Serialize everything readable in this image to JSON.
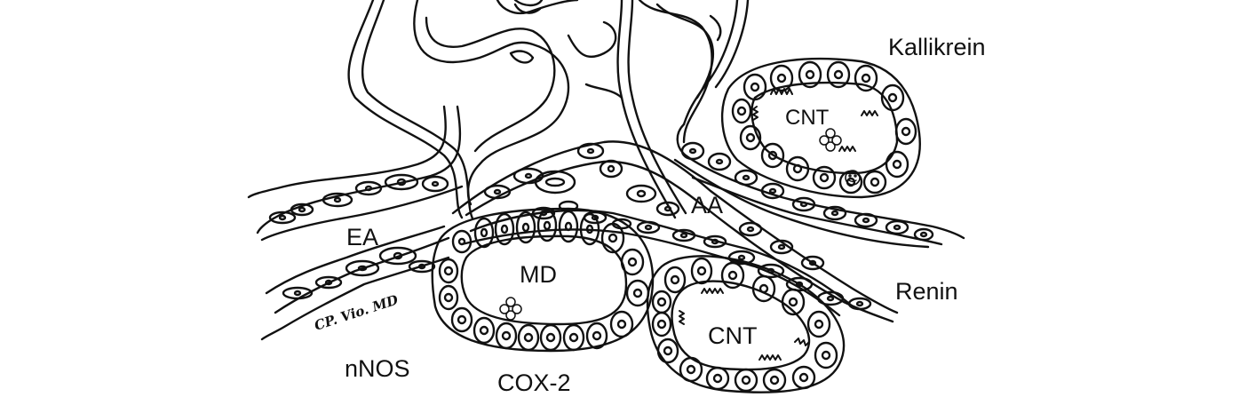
{
  "labels": {
    "kallikrein": "Kallikrein",
    "cnt_top": "CNT",
    "aa": "AA",
    "ea": "EA",
    "md": "MD",
    "renin": "Renin",
    "cnt_bottom": "CNT",
    "nnos": "nNOS",
    "cox2": "COX-2"
  },
  "signature": "CP. Vio. MD",
  "colors": {
    "line": "#111111",
    "background": "#ffffff"
  }
}
